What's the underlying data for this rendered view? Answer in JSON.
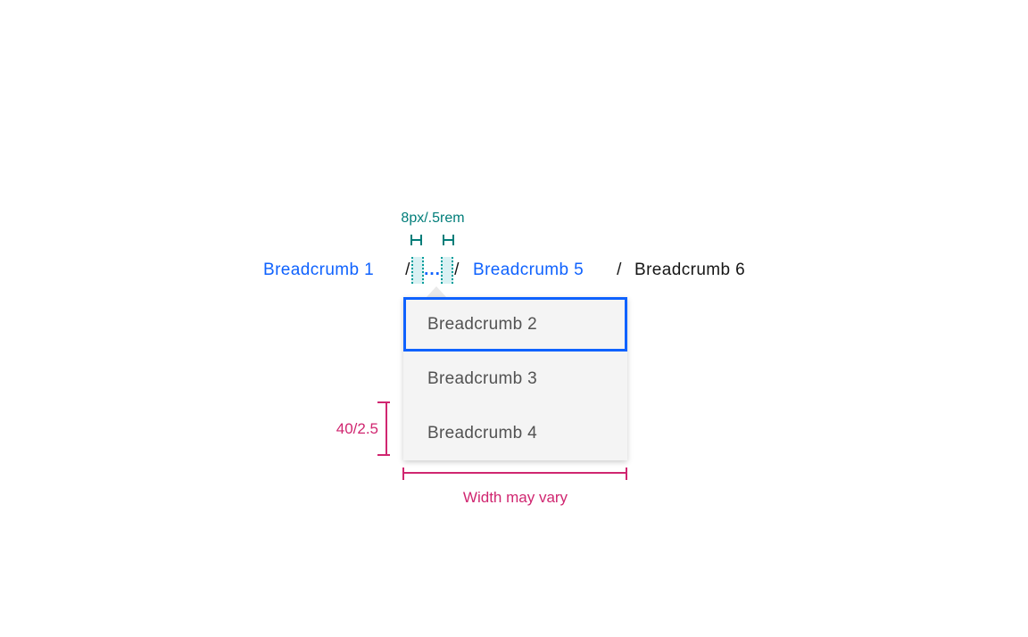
{
  "spacing_annotation": {
    "label": "8px/.5rem",
    "color": "#007d79",
    "highlight_fill": "#d9f1f3",
    "highlight_border": "#009d9a"
  },
  "breadcrumb": {
    "separator": "/",
    "link_color": "#0f62fe",
    "current_color": "#161616",
    "items": [
      {
        "label": "Breadcrumb 1",
        "type": "link"
      },
      {
        "label": "...",
        "type": "overflow"
      },
      {
        "label": "Breadcrumb 5",
        "type": "link"
      },
      {
        "label": "Breadcrumb 6",
        "type": "current-page"
      }
    ]
  },
  "overflow_menu": {
    "background": "#f4f4f4",
    "text_color": "#525252",
    "focus_border_color": "#0f62fe",
    "items": [
      {
        "label": "Breadcrumb 2",
        "state": "focused"
      },
      {
        "label": "Breadcrumb 3",
        "state": "default"
      },
      {
        "label": "Breadcrumb 4",
        "state": "default"
      }
    ]
  },
  "measurements": {
    "height_label": "40/2.5",
    "width_label": "Width may vary",
    "color": "#d02670"
  }
}
